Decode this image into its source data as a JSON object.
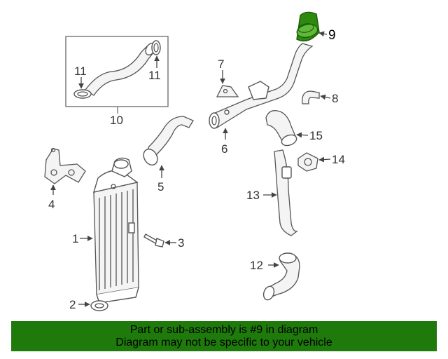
{
  "callouts": {
    "c1": "1",
    "c2": "2",
    "c3": "3",
    "c4": "4",
    "c5": "5",
    "c6": "6",
    "c7": "7",
    "c8": "8",
    "c9": "9",
    "c10": "10",
    "c11a": "11",
    "c11b": "11",
    "c12": "12",
    "c13": "13",
    "c14": "14",
    "c15": "15"
  },
  "highlight_color": "#2e8a0e",
  "banner": {
    "line1": "Part or sub-assembly is #9 in diagram",
    "line2": "Diagram may not be specific to your vehicle",
    "color": "#1f7a0c"
  }
}
